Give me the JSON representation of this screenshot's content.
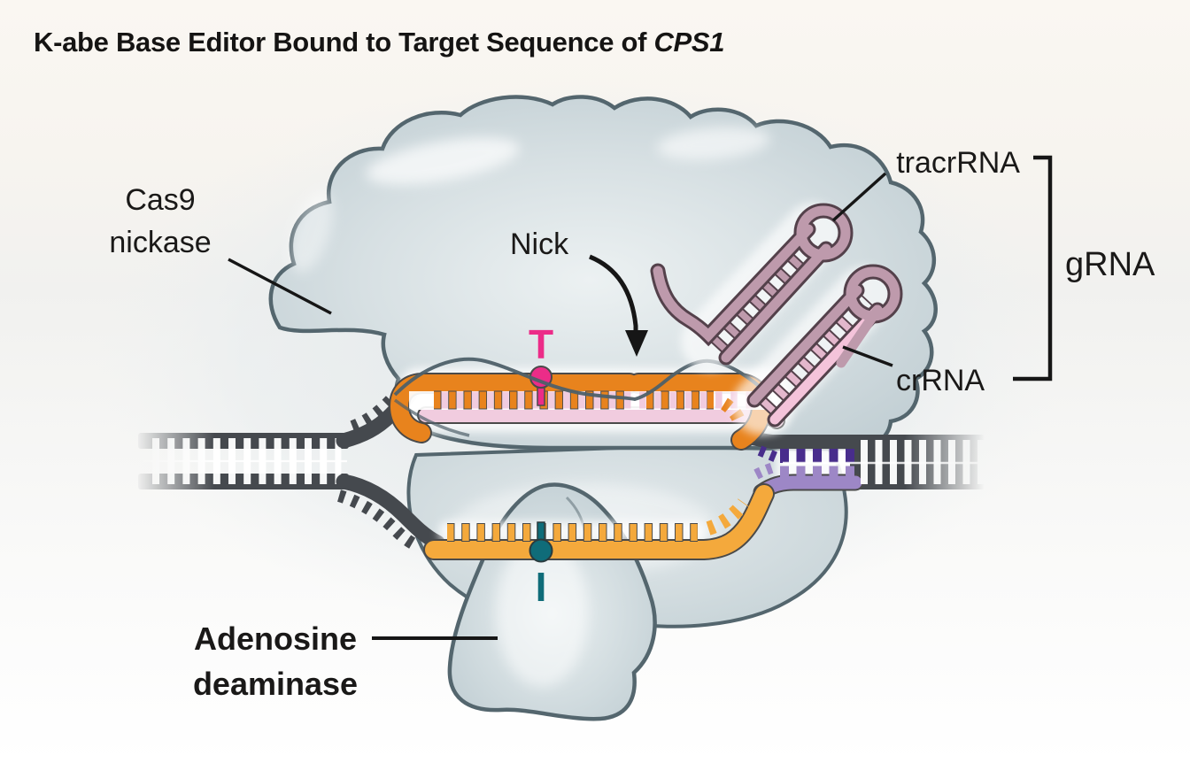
{
  "title": {
    "main": "K-abe Base Editor Bound to Target Sequence of ",
    "italic": "CPS1"
  },
  "labels": {
    "cas9_line1": "Cas9",
    "cas9_line2": "nickase",
    "nick": "Nick",
    "tracrrna": "tracrRNA",
    "crrna": "crRNA",
    "grna": "gRNA",
    "deaminase_line1": "Adenosine",
    "deaminase_line2": "deaminase",
    "edited_base_top": "T",
    "edited_base_bottom": "I"
  },
  "colors": {
    "orange": "#E8831D",
    "amber": "#F4A93C",
    "magenta": "#EC2C88",
    "teal": "#0F6C79",
    "mauve": "#BE9AAC",
    "mauve_outline": "#54414B",
    "light_pink": "#F4C3DA",
    "pale_pink": "#F1CCDF",
    "purple_dark": "#482D8C",
    "purple_light": "#9D87C6",
    "dna_grey": "#45494E",
    "strand_outline": "#4A4A4A",
    "protein_outline": "#54666E"
  }
}
